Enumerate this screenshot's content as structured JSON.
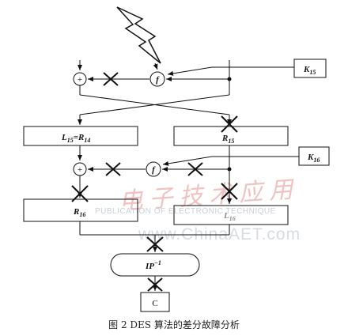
{
  "diagram": {
    "k15": {
      "main": "K",
      "sub": "15"
    },
    "k16": {
      "main": "K",
      "sub": "16"
    },
    "f_label": "f",
    "plus": "+",
    "l15": {
      "l": "L",
      "lsub": "15",
      "eq": "=",
      "r": "R",
      "rsub": "14"
    },
    "r15": {
      "main": "R",
      "sub": "15"
    },
    "r16": {
      "main": "R",
      "sub": "16"
    },
    "l16_partial": {
      "main": "L",
      "sub": "16"
    },
    "ip": {
      "main": "IP",
      "sup": "−1"
    },
    "c": "C"
  },
  "watermark": {
    "cn": "电子技术应用",
    "en": "PUBLICATION OF ELECTRONIC TECHNIQUE",
    "site": "www.ChinaAET.com"
  },
  "caption": "图 2  DES 算法的差分故障分析",
  "colors": {
    "stroke": "#111111",
    "watermark_red": "#f0c2c2",
    "watermark_gray": "#c9cfd8"
  }
}
